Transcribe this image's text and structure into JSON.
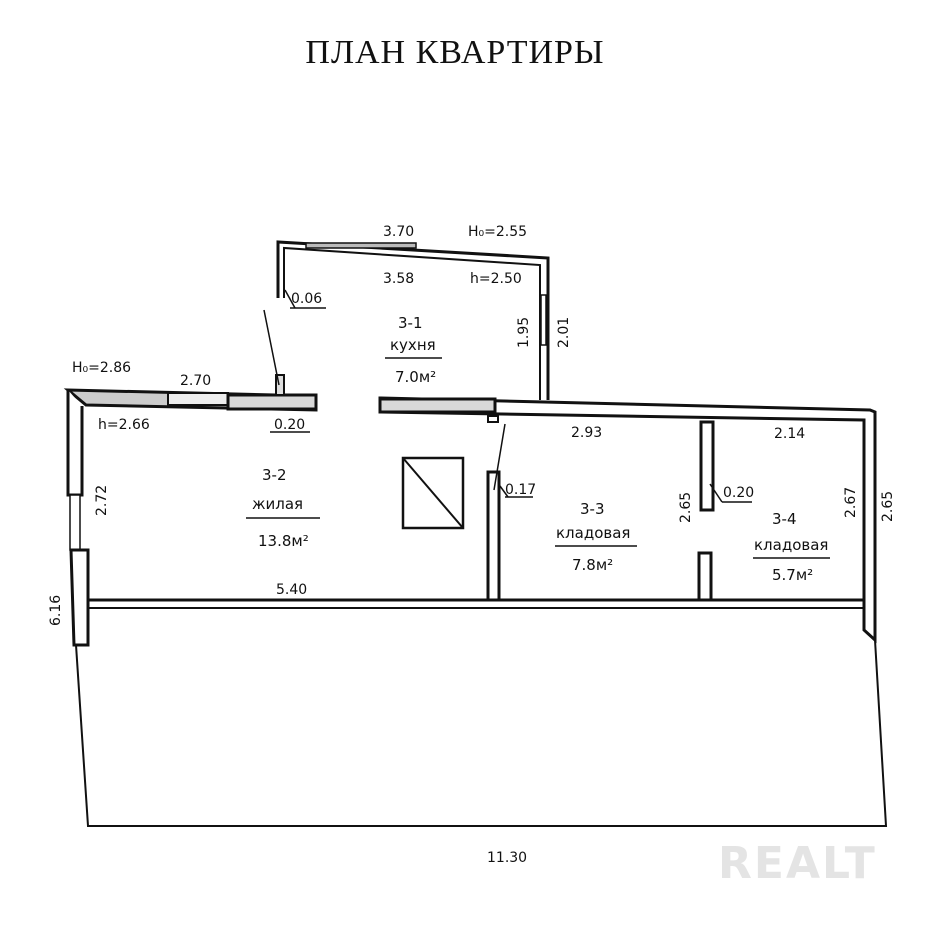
{
  "title": "ПЛАН КВАРТИРЫ",
  "watermark": "REALT",
  "rooms": [
    {
      "id": "3-1",
      "name": "кухня",
      "area": "7.0м²"
    },
    {
      "id": "3-2",
      "name": "жилая",
      "area": "13.8м²"
    },
    {
      "id": "3-3",
      "name": "кладовая",
      "area": "7.8м²"
    },
    {
      "id": "3-4",
      "name": "кладовая",
      "area": "5.7м²"
    }
  ],
  "dimensions": {
    "kitchen_outer_width": "3.70",
    "kitchen_outer_height": "H₀=2.55",
    "kitchen_inner_width": "3.58",
    "kitchen_inner_height": "h=2.50",
    "kitchen_wall": "0.06",
    "kitchen_depth_inner": "1.95",
    "kitchen_depth_outer": "2.01",
    "living_outer_height": "H₀=2.86",
    "living_window": "2.70",
    "living_inner_height": "h=2.66",
    "wall_020_a": "0.20",
    "living_side": "2.72",
    "living_width": "5.40",
    "total_left": "6.16",
    "wall_017": "0.17",
    "storage3_width": "2.93",
    "partition_height": "2.65",
    "wall_020_b": "0.20",
    "storage4_width": "2.14",
    "storage4_inner": "2.67",
    "right_outer": "2.65",
    "total_width": "11.30"
  }
}
